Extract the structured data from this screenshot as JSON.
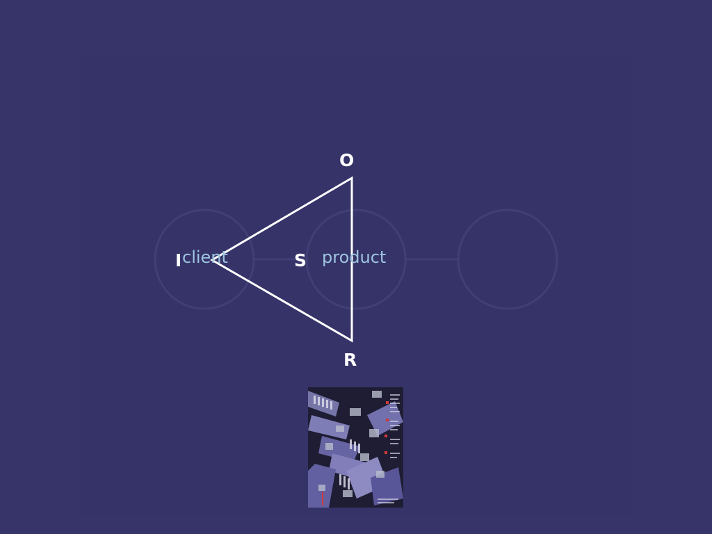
{
  "diagram": {
    "vertex_top": "O",
    "vertex_left": "I",
    "vertex_bottom": "R",
    "center_label": "S",
    "left_word": "client",
    "right_word": "product"
  },
  "colors": {
    "background": "#363469",
    "triangle_stroke": "#ffffff",
    "faint_circle": "#4a4880",
    "word_text": "#9ec5de",
    "letter_text": "#ffffff"
  },
  "image": {
    "name": "poster-thumbnail"
  }
}
